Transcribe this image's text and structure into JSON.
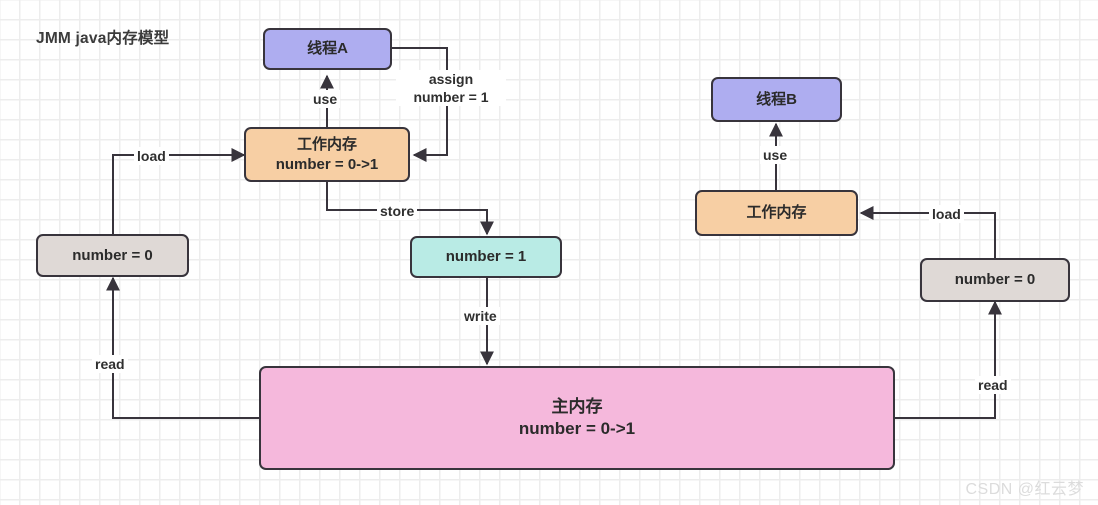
{
  "title": "JMM java内存模型",
  "watermark": "CSDN @红云梦",
  "colors": {
    "thread": "#aeadf0",
    "working_memory": "#f7cfa4",
    "variable_grey": "#dfd9d6",
    "variable_teal": "#b9ebe5",
    "main_memory": "#f5b8dc",
    "stroke": "#38343c",
    "grid": "#ededed",
    "background": "#ffffff"
  },
  "nodes": {
    "thread_a": {
      "label": "线程A"
    },
    "thread_b": {
      "label": "线程B"
    },
    "working_memory_a": {
      "line1": "工作内存",
      "line2": "number = 0->1"
    },
    "working_memory_b": {
      "line1": "工作内存",
      "line2": ""
    },
    "var_left": {
      "label": "number = 0"
    },
    "var_teal": {
      "label": "number = 1"
    },
    "var_right": {
      "label": "number = 0"
    },
    "main_memory": {
      "line1": "主内存",
      "line2": "number = 0->1"
    }
  },
  "edges": {
    "use_a": {
      "label": "use"
    },
    "assign_a": {
      "line1": "assign",
      "line2": "number = 1"
    },
    "load_a": {
      "label": "load"
    },
    "store_a": {
      "label": "store"
    },
    "write_a": {
      "label": "write"
    },
    "read_a": {
      "label": "read"
    },
    "use_b": {
      "label": "use"
    },
    "load_b": {
      "label": "load"
    },
    "read_b": {
      "label": "read"
    }
  }
}
